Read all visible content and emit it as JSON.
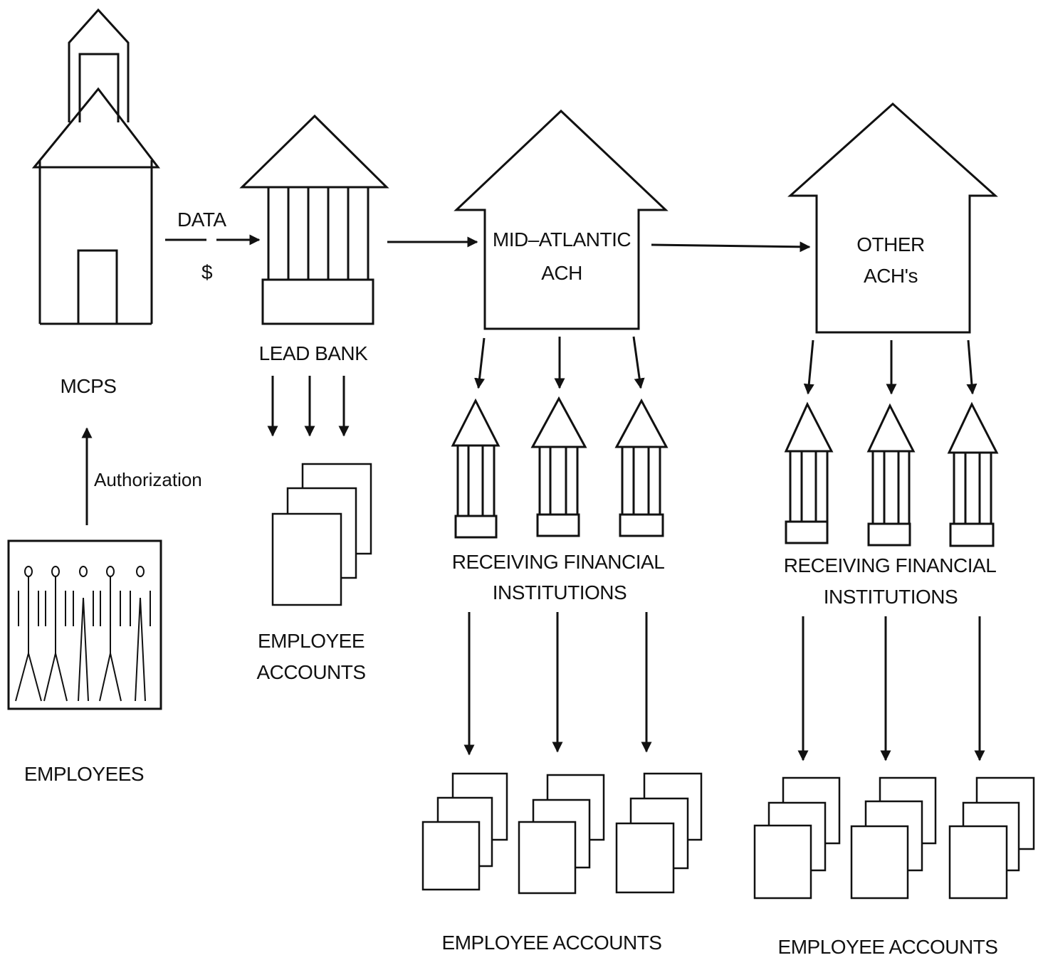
{
  "labels": {
    "mcps": "MCPS",
    "employees": "EMPLOYEES",
    "authorization": "Authorization",
    "data": "DATA",
    "dollar": "$",
    "lead_bank": "LEAD BANK",
    "employee_accounts_lead": [
      "EMPLOYEE",
      "ACCOUNTS"
    ],
    "mid_atlantic_ach": [
      "MID–ATLANTIC",
      "ACH"
    ],
    "other_ach": [
      "OTHER",
      "ACH's"
    ],
    "rfi_left": [
      "RECEIVING FINANCIAL",
      "INSTITUTIONS"
    ],
    "rfi_right": [
      "RECEIVING FINANCIAL",
      "INSTITUTIONS"
    ],
    "accounts_left": "EMPLOYEE ACCOUNTS",
    "accounts_right": "EMPLOYEE ACCOUNTS"
  },
  "colors": {
    "ink": "#111111",
    "paper": "#ffffff"
  }
}
